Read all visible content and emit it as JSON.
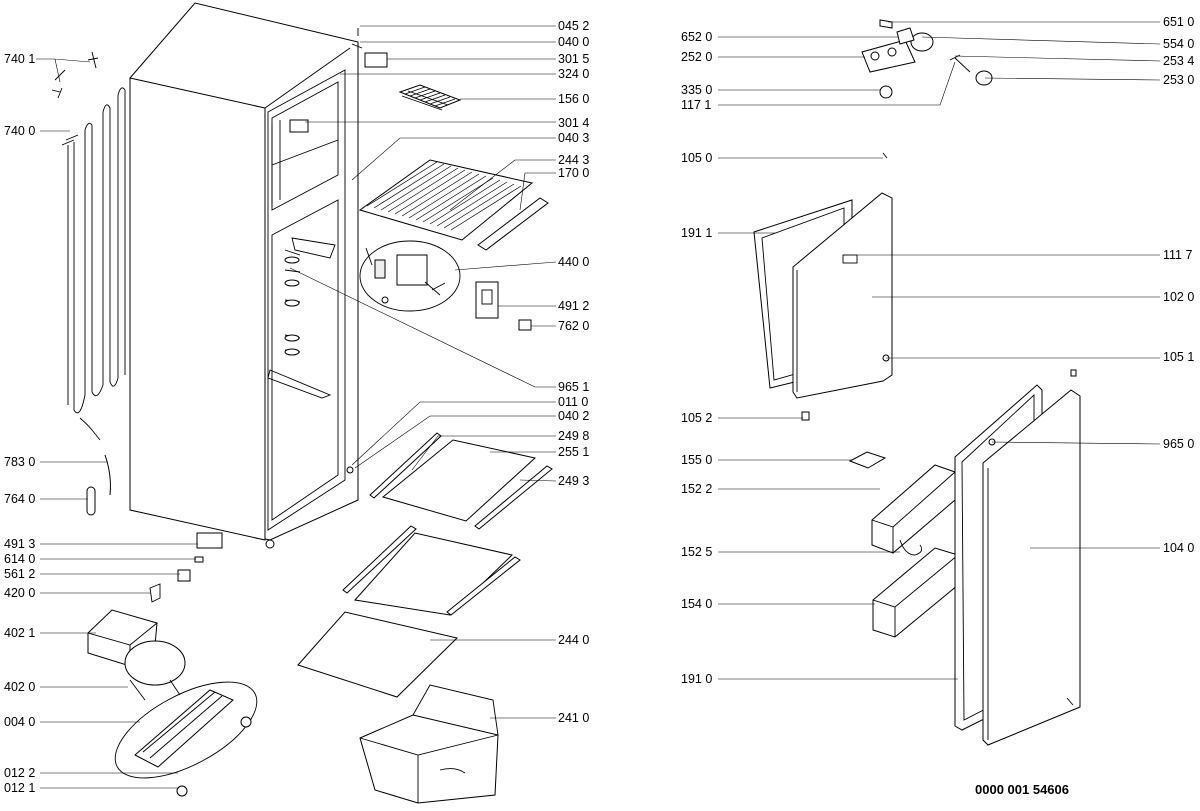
{
  "labels_left": [
    "740 1",
    "740 0",
    "783 0",
    "764 0",
    "491 3",
    "614 0",
    "561 2",
    "420 0",
    "402 1",
    "402 0",
    "004 0",
    "012 2",
    "012 1"
  ],
  "labels_center": [
    "045 2",
    "040 0",
    "301 5",
    "324 0",
    "156 0",
    "301 4",
    "040 3",
    "244 3",
    "170 0",
    "440 0",
    "491 2",
    "762 0",
    "965 1",
    "011 0",
    "040 2",
    "249 8",
    "255 1",
    "249 3",
    "244 0",
    "241 0"
  ],
  "labels_right_left": [
    "652 0",
    "252 0",
    "335 0",
    "117 1",
    "105 0",
    "191 1",
    "105 2",
    "155 0",
    "152 2",
    "152 5",
    "154 0",
    "191 0"
  ],
  "labels_right": [
    "651 0",
    "554 0",
    "253 4",
    "253 0",
    "111 7",
    "102 0",
    "105 1",
    "965 0",
    "104 0"
  ],
  "document_number": "0000 001 54606"
}
